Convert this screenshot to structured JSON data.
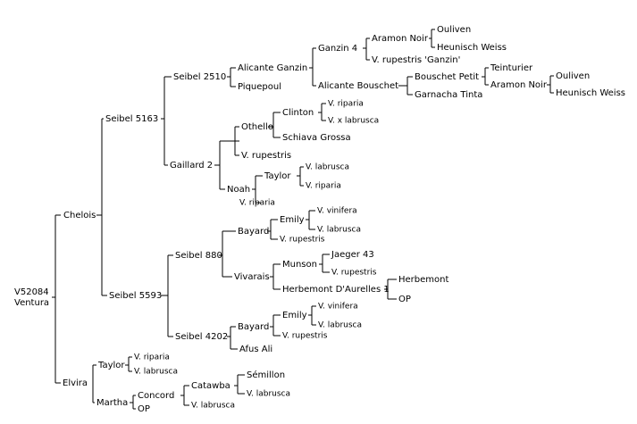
{
  "root": {
    "line1": "V52084",
    "line2": "Ventura"
  },
  "labels": {
    "chelois": "Chelois",
    "elvira": "Elvira",
    "seibel5163": "Seibel 5163",
    "seibel5593": "Seibel 5593",
    "seibel2510": "Seibel 2510",
    "gaillard2": "Gaillard 2",
    "alicanteGanzin": "Alicante Ganzin",
    "piquepoul": "Piquepoul",
    "ganzin4": "Ganzin 4",
    "alicanteBouschet": "Alicante Bouschet",
    "aramonNoir1": "Aramon Noir",
    "vrupGanzin": "V. rupestris 'Ganzin'",
    "ouliven1": "Ouliven",
    "heunisch1": "Heunisch Weiss",
    "bouschetPetit": "Bouschet Petit",
    "garnacha": "Garnacha Tinta",
    "teinturier": "Teinturier",
    "aramonNoir2": "Aramon Noir",
    "ouliven2": "Ouliven",
    "heunisch2": "Heunisch Weiss",
    "othello": "Othello",
    "vrup1": "V. rupestris",
    "clinton": "Clinton",
    "schiava": "Schiava Grossa",
    "vriparia1": "V. riparia",
    "vxlabrusca": "V. x labrusca",
    "noah": "Noah",
    "taylor1": "Taylor",
    "vriparia2": "V. riparia",
    "vlabrusca1": "V. labrusca",
    "vriparia3": "V. riparia",
    "seibel880": "Seibel 880",
    "seibel4202": "Seibel 4202",
    "bayard1": "Bayard",
    "vivarais": "Vivarais",
    "emily1": "Emily",
    "vrup2": "V. rupestris",
    "vvinifera1": "V. vinifera",
    "vlabrusca2": "V. labrusca",
    "munson": "Munson",
    "herbemontDA": "Herbemont D'Aurelles 1",
    "jaeger": "Jaeger 43",
    "vrup3": "V. rupestris",
    "herbemont": "Herbemont",
    "op1": "OP",
    "bayard2": "Bayard",
    "afusAli": "Afus Ali",
    "emily2": "Emily",
    "vrup4": "V. rupestris",
    "vvinifera2": "V. vinifera",
    "vlabrusca3": "V. labrusca",
    "taylor2": "Taylor",
    "martha": "Martha",
    "vriparia4": "V. riparia",
    "vlabrusca4": "V. labrusca",
    "concord": "Concord",
    "op2": "OP",
    "catawba": "Catawba",
    "vlabrusca5": "V. labrusca",
    "semillon": "Sémillon",
    "vlabrusca6": "V. labrusca"
  }
}
